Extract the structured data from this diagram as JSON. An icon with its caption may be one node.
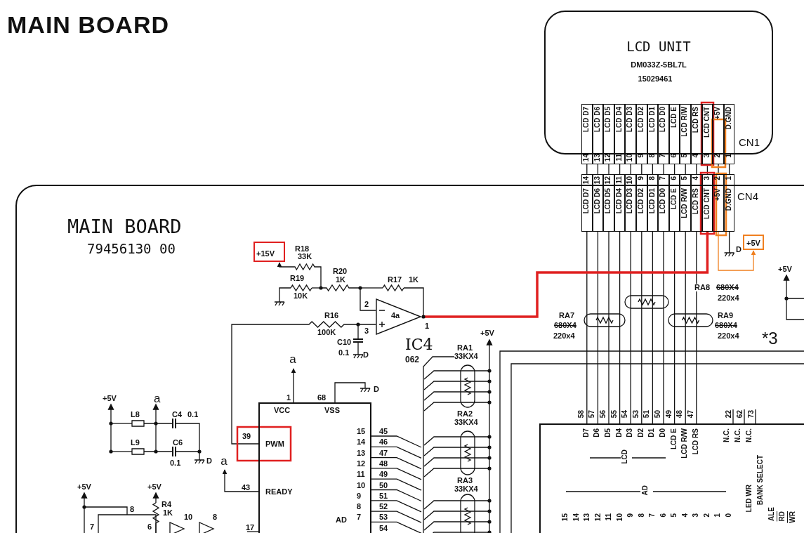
{
  "diagram": {
    "title": "MAIN BOARD",
    "nodes": [
      {
        "text": [
          "LCD UNIT",
          "DM033Z-5BL7L",
          "15029461"
        ]
      },
      {
        "text": [
          "LCD D7",
          "14"
        ]
      },
      {
        "text": [
          "LCD D6",
          "13"
        ]
      },
      {
        "text": [
          "LCD D5",
          "12"
        ]
      },
      {
        "text": [
          "LCD D4",
          "11"
        ]
      },
      {
        "text": [
          "LCD D3",
          "10"
        ]
      },
      {
        "text": [
          "LCD D2",
          "9"
        ]
      },
      {
        "text": [
          "LCD D1",
          "8"
        ]
      },
      {
        "text": [
          "LCD D0",
          "7"
        ]
      },
      {
        "text": [
          "LCD E",
          "6"
        ]
      },
      {
        "text": [
          "LCD R/W",
          "5"
        ]
      },
      {
        "text": [
          "LCD RS",
          "4"
        ]
      },
      {
        "text": [
          "LCD CNT",
          "3"
        ]
      },
      {
        "text": [
          "+5V",
          "2"
        ]
      },
      {
        "text": [
          "D.GND",
          "1"
        ]
      },
      {
        "text": [
          "MAIN BOARD",
          "79456130 00"
        ]
      },
      {
        "text": [
          "14",
          "LCD D7"
        ]
      },
      {
        "text": [
          "13",
          "LCD D6"
        ]
      },
      {
        "text": [
          "12",
          "LCD D5"
        ]
      },
      {
        "text": [
          "11",
          "LCD D4"
        ]
      },
      {
        "text": [
          "10",
          "LCD D3"
        ]
      },
      {
        "text": [
          "9",
          "LCD D2"
        ]
      },
      {
        "text": [
          "8",
          "LCD D1"
        ]
      },
      {
        "text": [
          "7",
          "LCD D0"
        ]
      },
      {
        "text": [
          "6",
          "LCD E"
        ]
      },
      {
        "text": [
          "5",
          "LCD R/W"
        ]
      },
      {
        "text": [
          "4",
          "LCD RS"
        ]
      },
      {
        "text": [
          "3",
          "LCD CNT"
        ]
      },
      {
        "text": [
          "2",
          "+5V"
        ]
      },
      {
        "text": [
          "1",
          "D.GND"
        ]
      },
      {
        "text": [
          "4a"
        ],
        "beside": [
          "IC4",
          "062",
          "2",
          "3",
          "1"
        ],
        "in": 15
      },
      {
        "text": [
          "VCC",
          "VSS",
          "PWM",
          "READY",
          "AD"
        ],
        "beside": [
          "1",
          "68",
          "39",
          "43",
          "17"
        ],
        "in": 15
      },
      {
        "text": [
          "D7",
          "D6",
          "D5",
          "D4",
          "D3",
          "D2",
          "D1",
          "D0",
          "LCD E",
          "LCD R/W",
          "LCD RS",
          "LCD",
          "N.C.",
          "N.C.",
          "N.C.",
          "AD",
          "15",
          "14",
          "13",
          "12",
          "11",
          "10",
          "9",
          "8",
          "7",
          "6",
          "5",
          "4",
          "3",
          "2",
          "1",
          "0",
          "LED WR",
          "BANK SELECT",
          "ALE",
          "RD",
          "WR"
        ],
        "beside": [
          "58",
          "57",
          "56",
          "55",
          "54",
          "53",
          "51",
          "50",
          "49",
          "48",
          "47",
          "22",
          "62",
          "73"
        ],
        "in": 15
      },
      {
        "text": [
          "+5V"
        ],
        "in": 15
      },
      {
        "text": [
          "+15V"
        ],
        "in": 15
      },
      {
        "text": [
          "a"
        ],
        "in": 15
      },
      {
        "text": [
          "a"
        ],
        "in": 15
      }
    ],
    "edges": [
      {
        "from": 1,
        "to": 16,
        "arrow": "none"
      },
      {
        "from": 2,
        "to": 17,
        "arrow": "none"
      },
      {
        "from": 3,
        "to": 18,
        "arrow": "none"
      },
      {
        "from": 4,
        "to": 19,
        "arrow": "none"
      },
      {
        "from": 5,
        "to": 20,
        "arrow": "none"
      },
      {
        "from": 6,
        "to": 21,
        "arrow": "none"
      },
      {
        "from": 7,
        "to": 22,
        "arrow": "none"
      },
      {
        "from": 8,
        "to": 23,
        "arrow": "none"
      },
      {
        "from": 9,
        "to": 24,
        "arrow": "none"
      },
      {
        "from": 10,
        "to": 25,
        "arrow": "none"
      },
      {
        "from": 11,
        "to": 26,
        "arrow": "none"
      },
      {
        "from": 12,
        "to": 27,
        "arrow": "none"
      },
      {
        "from": 13,
        "to": 28,
        "arrow": "none"
      },
      {
        "from": 14,
        "to": 29,
        "arrow": "none"
      },
      {
        "from": 16,
        "to": 32,
        "arrow": "none"
      },
      {
        "from": 17,
        "to": 32,
        "arrow": "none"
      },
      {
        "from": 18,
        "to": 32,
        "arrow": "none"
      },
      {
        "from": 19,
        "to": 32,
        "arrow": "none"
      },
      {
        "from": 20,
        "to": 32,
        "arrow": "none"
      },
      {
        "from": 21,
        "to": 32,
        "arrow": "none"
      },
      {
        "from": 22,
        "to": 32,
        "arrow": "none"
      },
      {
        "from": 23,
        "to": 32,
        "arrow": "none"
      },
      {
        "from": 24,
        "to": 32,
        "arrow": "none"
      },
      {
        "from": 25,
        "to": 32,
        "arrow": "none"
      },
      {
        "from": 26,
        "to": 32,
        "arrow": "none"
      },
      {
        "from": 27,
        "to": 30,
        "arrow": "none",
        "style": "thick",
        "color": "#e02020"
      },
      {
        "from": 28,
        "to": 33,
        "arrow": "to",
        "color": "#f08020"
      },
      {
        "from": 31,
        "to": 30,
        "arrow": "none"
      },
      {
        "from": 30,
        "to": 34,
        "arrow": "to"
      },
      {
        "from": 31,
        "to": 35,
        "arrow": "to"
      },
      {
        "from": 31,
        "to": 36,
        "arrow": "to"
      }
    ],
    "labels": [
      "CN1",
      "CN4",
      "R18",
      "33K",
      "R19",
      "10K",
      "R20",
      "1K",
      "R17",
      "1K",
      "R16",
      "100K",
      "C10",
      "0.1",
      "D",
      "+5V",
      "RA1",
      "33KX4",
      "RA2",
      "33KX4",
      "RA3",
      "33KX4",
      "D",
      "15",
      "14",
      "13",
      "12",
      "11",
      "10",
      "9",
      "8",
      "7",
      "45",
      "46",
      "47",
      "48",
      "49",
      "50",
      "51",
      "52",
      "53",
      "54",
      "+5V",
      "a",
      "L8",
      "C4",
      "0.1",
      "L9",
      "C6",
      "0.1",
      "D",
      "+5V",
      "+5V",
      "R4",
      "1K",
      "7",
      "8",
      "6",
      "10",
      "8",
      "RA7",
      "680X4",
      "220x4",
      "RA8",
      "680X4",
      "220x4",
      "RA9",
      "680X4",
      "220x4",
      "*3",
      "D",
      "+5V"
    ]
  }
}
